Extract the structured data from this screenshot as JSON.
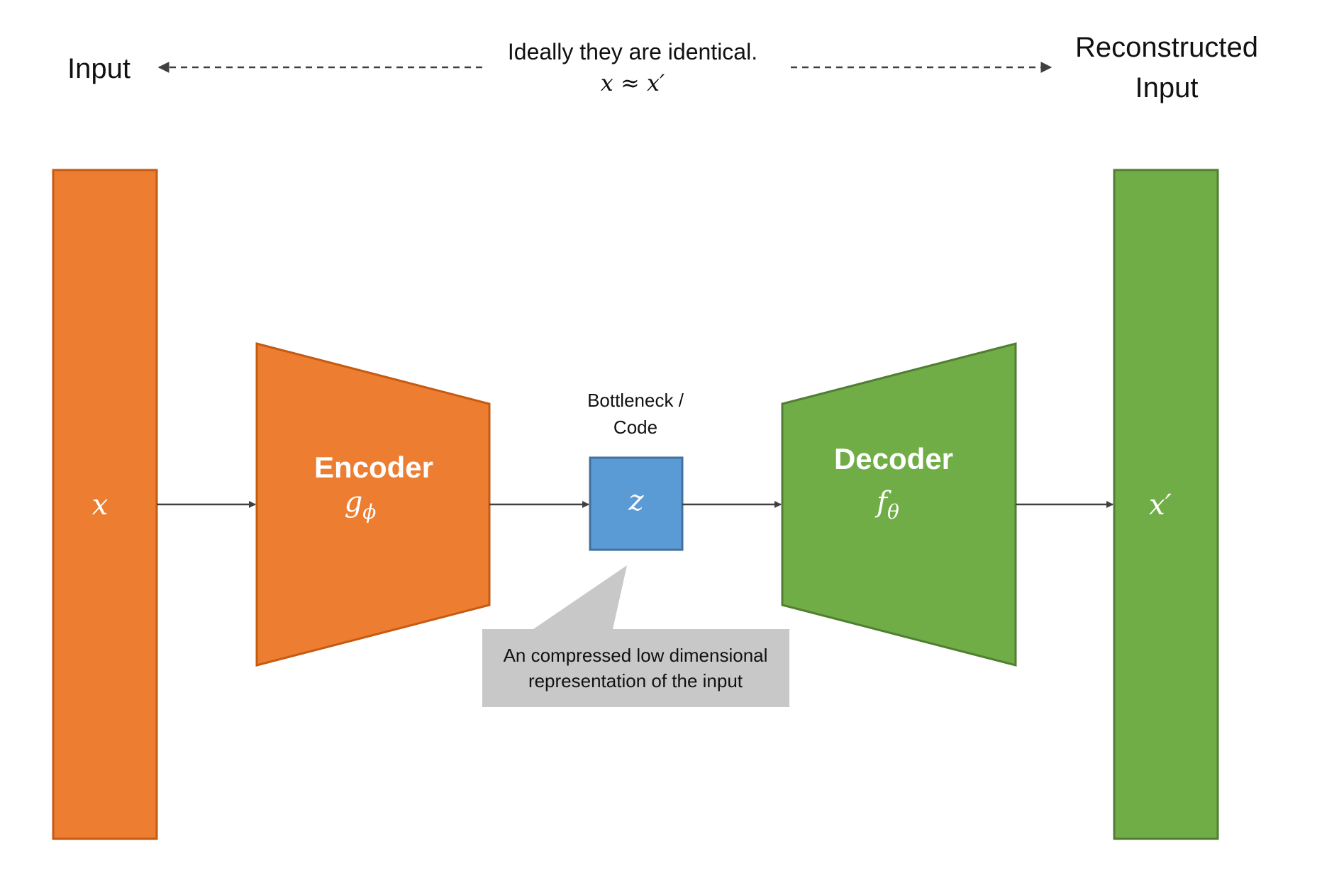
{
  "header": {
    "input_label": "Input",
    "reconstructed_label_line1": "Reconstructed",
    "reconstructed_label_line2": "Input",
    "note_line1": "Ideally they are identical.",
    "note_equation": "x ≈ x′"
  },
  "input_block": {
    "symbol": "x",
    "color": "#ED7D31",
    "border": "#C55A11"
  },
  "encoder": {
    "title": "Encoder",
    "symbol": "g",
    "subscript": "ϕ",
    "color": "#ED7D31",
    "border": "#C55A11"
  },
  "bottleneck": {
    "label_line1": "Bottleneck /",
    "label_line2": "Code",
    "symbol": "z",
    "color": "#5B9BD5",
    "border": "#41719C"
  },
  "decoder": {
    "title": "Decoder",
    "symbol": "f",
    "subscript": "θ",
    "color": "#70AD47",
    "border": "#507E32"
  },
  "output_block": {
    "symbol": "x′",
    "color": "#70AD47",
    "border": "#507E32"
  },
  "callout": {
    "line1": "An compressed low dimensional",
    "line2": "representation of the input",
    "color": "#C8C8C8"
  },
  "arrow_color": "#404040"
}
